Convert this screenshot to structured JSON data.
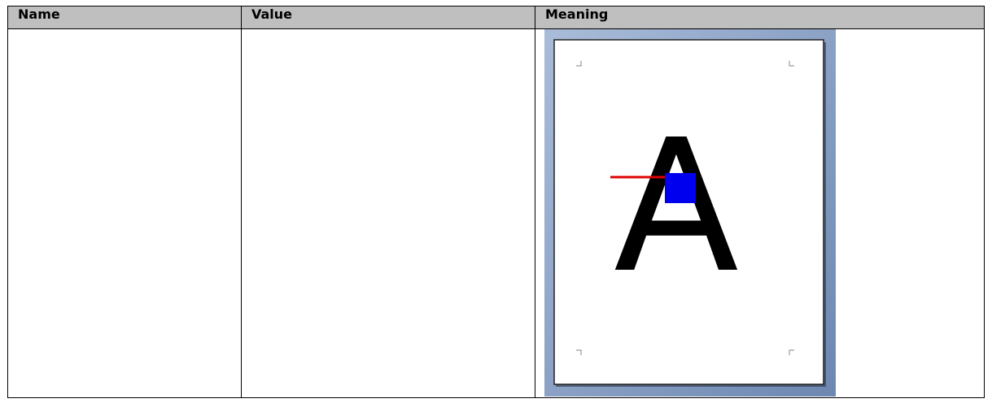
{
  "table": {
    "headers": {
      "name": "Name",
      "value": "Value",
      "meaning": "Meaning"
    },
    "row": {
      "name": "",
      "value": ""
    }
  },
  "illustration": {
    "glyph": "A",
    "colors": {
      "page_bg": "#ffffff",
      "frame_gradient_top": "#a9bcd9",
      "frame_gradient_bottom": "#6d87b1",
      "glyph": "#000000",
      "marker_line": "#e00000",
      "marker_box": "#0000ee",
      "crop_marks": "#9a9a9a"
    }
  }
}
